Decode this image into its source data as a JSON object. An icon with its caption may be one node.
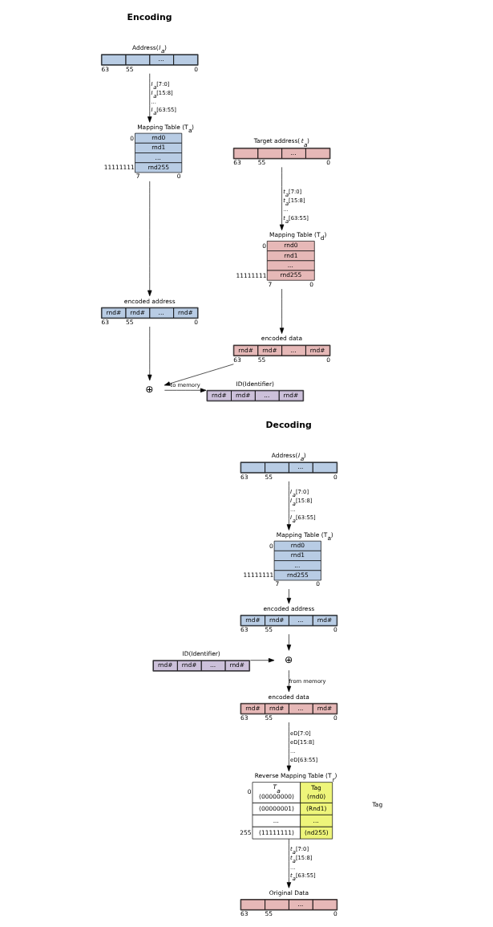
{
  "diagram": {
    "nodes": [
      {
        "text": [
          "Address(*I$_{a}$*)",
          "..."
        ],
        "beside": [
          "63",
          "55",
          "0"
        ]
      },
      {
        "text": [
          "Mapping Table (T$_{a}$)",
          "rnd0",
          "rnd1",
          "...",
          "rnd255"
        ],
        "beside": [
          "0",
          "11111111",
          "7",
          "0"
        ]
      },
      {
        "text": [
          "encoded address",
          "rnd#",
          "rnd#",
          "...",
          "rnd#"
        ],
        "beside": [
          "63",
          "55",
          "0"
        ]
      },
      {
        "text": [
          "Target address(*t$_{a}$*)",
          "..."
        ],
        "beside": [
          "63",
          "55",
          "0"
        ]
      },
      {
        "text": [
          "Mapping Table (T$_{d}$)",
          "rnd0",
          "rnd1",
          "...",
          "rnd255"
        ],
        "beside": [
          "0",
          "11111111",
          "7",
          "0"
        ]
      },
      {
        "text": [
          "encoded data",
          "rnd#",
          "rnd#",
          "...",
          "rnd#"
        ],
        "beside": [
          "63",
          "55",
          "0"
        ]
      },
      {
        "text": [
          "⊕"
        ]
      },
      {
        "text": [
          "ID(Identifier)",
          "rnd#",
          "rnd#",
          "...",
          "rnd#"
        ]
      },
      {
        "text": [
          "Address(*I$_{a}$*)",
          "..."
        ],
        "beside": [
          "63",
          "55",
          "0"
        ]
      },
      {
        "text": [
          "Mapping Table (T$_{a}$)",
          "rnd0",
          "rnd1",
          "...",
          "rnd255"
        ],
        "beside": [
          "0",
          "11111111",
          "7",
          "0"
        ]
      },
      {
        "text": [
          "encoded address",
          "rnd#",
          "rnd#",
          "...",
          "rnd#"
        ],
        "beside": [
          "63",
          "55",
          "0"
        ]
      },
      {
        "text": [
          "⊕"
        ]
      },
      {
        "text": [
          "ID(Identifier)",
          "rnd#",
          "rnd#",
          "...",
          "rnd#"
        ]
      },
      {
        "text": [
          "encoded data",
          "rnd#",
          "rnd#",
          "...",
          "rnd#"
        ],
        "beside": [
          "63",
          "55",
          "0"
        ]
      },
      {
        "text": [
          "Reverse Mapping Table (T$_{r}$)",
          "*T$_{a}$* (00000000)",
          "Tag (rnd0)",
          "(00000001)",
          "(Rnd1)",
          "...",
          "...",
          "(11111111)",
          "(nd255)"
        ],
        "beside": [
          "0",
          "255"
        ]
      },
      {
        "text": [
          "Original Data",
          "..."
        ],
        "beside": [
          "63",
          "55",
          "0"
        ]
      }
    ],
    "edges": [
      {
        "from": 0,
        "to": 1,
        "arrow": "to",
        "label": "*I$_{a}$*[7:0] *I$_{a}$*[15:8] ... *I$_{a}$*[63:55]"
      },
      {
        "from": 1,
        "to": 2,
        "arrow": "to"
      },
      {
        "from": 2,
        "to": 6,
        "arrow": "to"
      },
      {
        "from": 3,
        "to": 4,
        "arrow": "to",
        "label": "*t$_{a}$*[7:0] *t$_{a}$*[15:8] ... *t$_{a}$*[63:55]"
      },
      {
        "from": 4,
        "to": 5,
        "arrow": "to"
      },
      {
        "from": 5,
        "to": 6,
        "arrow": "to"
      },
      {
        "from": 6,
        "to": 7,
        "arrow": "to",
        "label": "to memory"
      },
      {
        "from": 8,
        "to": 9,
        "arrow": "to",
        "label": "*I$_{a}$*[7:0] *I$_{a}$*[15:8] ... *I$_{a}$*[63:55]"
      },
      {
        "from": 9,
        "to": 10,
        "arrow": "to"
      },
      {
        "from": 10,
        "to": 11,
        "arrow": "to"
      },
      {
        "from": 12,
        "to": 11,
        "arrow": "to"
      },
      {
        "from": 11,
        "to": 13,
        "arrow": "to",
        "label": "from memory"
      },
      {
        "from": 13,
        "to": 14,
        "arrow": "to",
        "label": "eD[7:0] eD[15:8] ... eD[63:55]"
      },
      {
        "from": 14,
        "to": 15,
        "arrow": "to",
        "label": "*t$_{a}$*[7:0] *t$_{a}$*[15:8] ... *t$_{a}$*[63:55]"
      }
    ],
    "labels": [
      "Encoding",
      "Decoding",
      "Tag"
    ]
  }
}
